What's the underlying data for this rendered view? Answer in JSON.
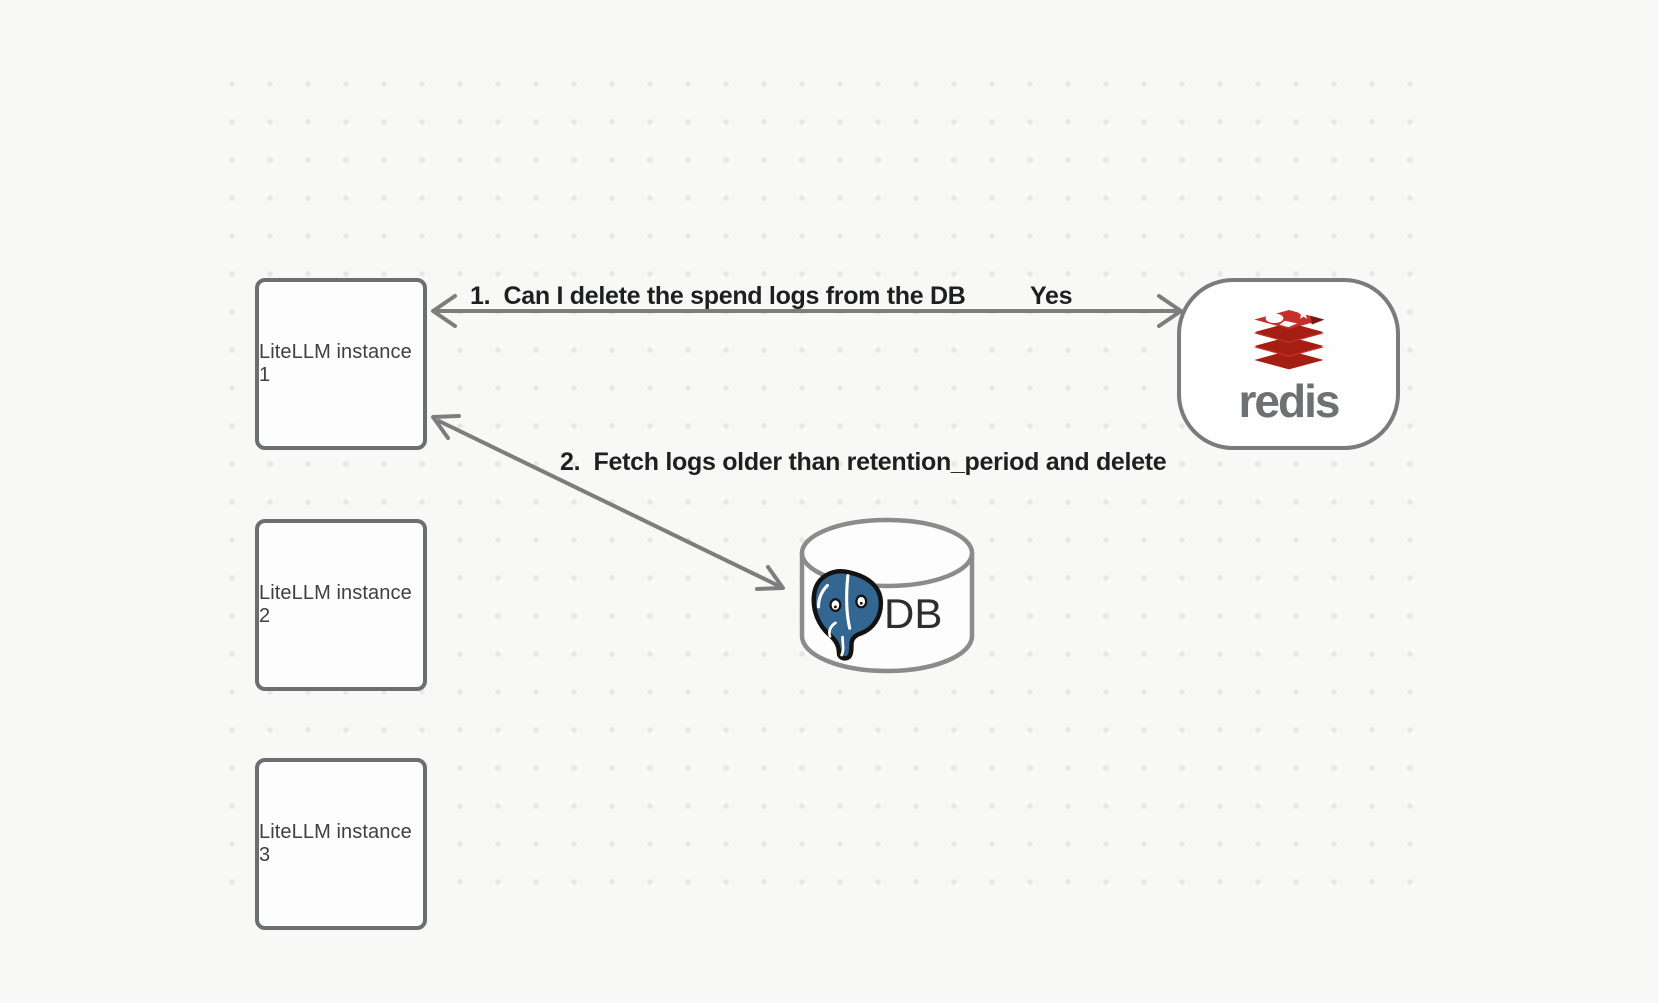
{
  "canvas": {
    "background": "#f8f8f6",
    "dot_color": "#e7e7e5"
  },
  "nodes": {
    "instance1": {
      "label": "LiteLLM instance 1"
    },
    "instance2": {
      "label": "LiteLLM instance 2"
    },
    "instance3": {
      "label": "LiteLLM instance 3"
    },
    "redis": {
      "label": "redis"
    },
    "db": {
      "label": "DB"
    }
  },
  "edges": {
    "edge1": {
      "label": "1.  Can I delete the spend logs from the DB",
      "answer": "Yes",
      "from": "redis",
      "to": "instance1"
    },
    "edge2": {
      "label": "2.  Fetch logs older than retention_period and delete",
      "from": "instance1",
      "to": "db"
    }
  },
  "icons": {
    "redis_logo": "redis-stacked-discs",
    "postgres_logo": "postgresql-elephant"
  },
  "colors": {
    "edge_stroke": "#7d7d7d",
    "node_border": "#6c6f72",
    "cylinder_stroke": "#8b8b8b",
    "redis_red": "#c6302b",
    "redis_dark_red": "#a41e11",
    "redis_text": "#6e7071",
    "postgres_blue": "#336791",
    "label_text": "#1e1f20",
    "node_text": "#3c3f43",
    "db_text": "#2d2d2d"
  }
}
